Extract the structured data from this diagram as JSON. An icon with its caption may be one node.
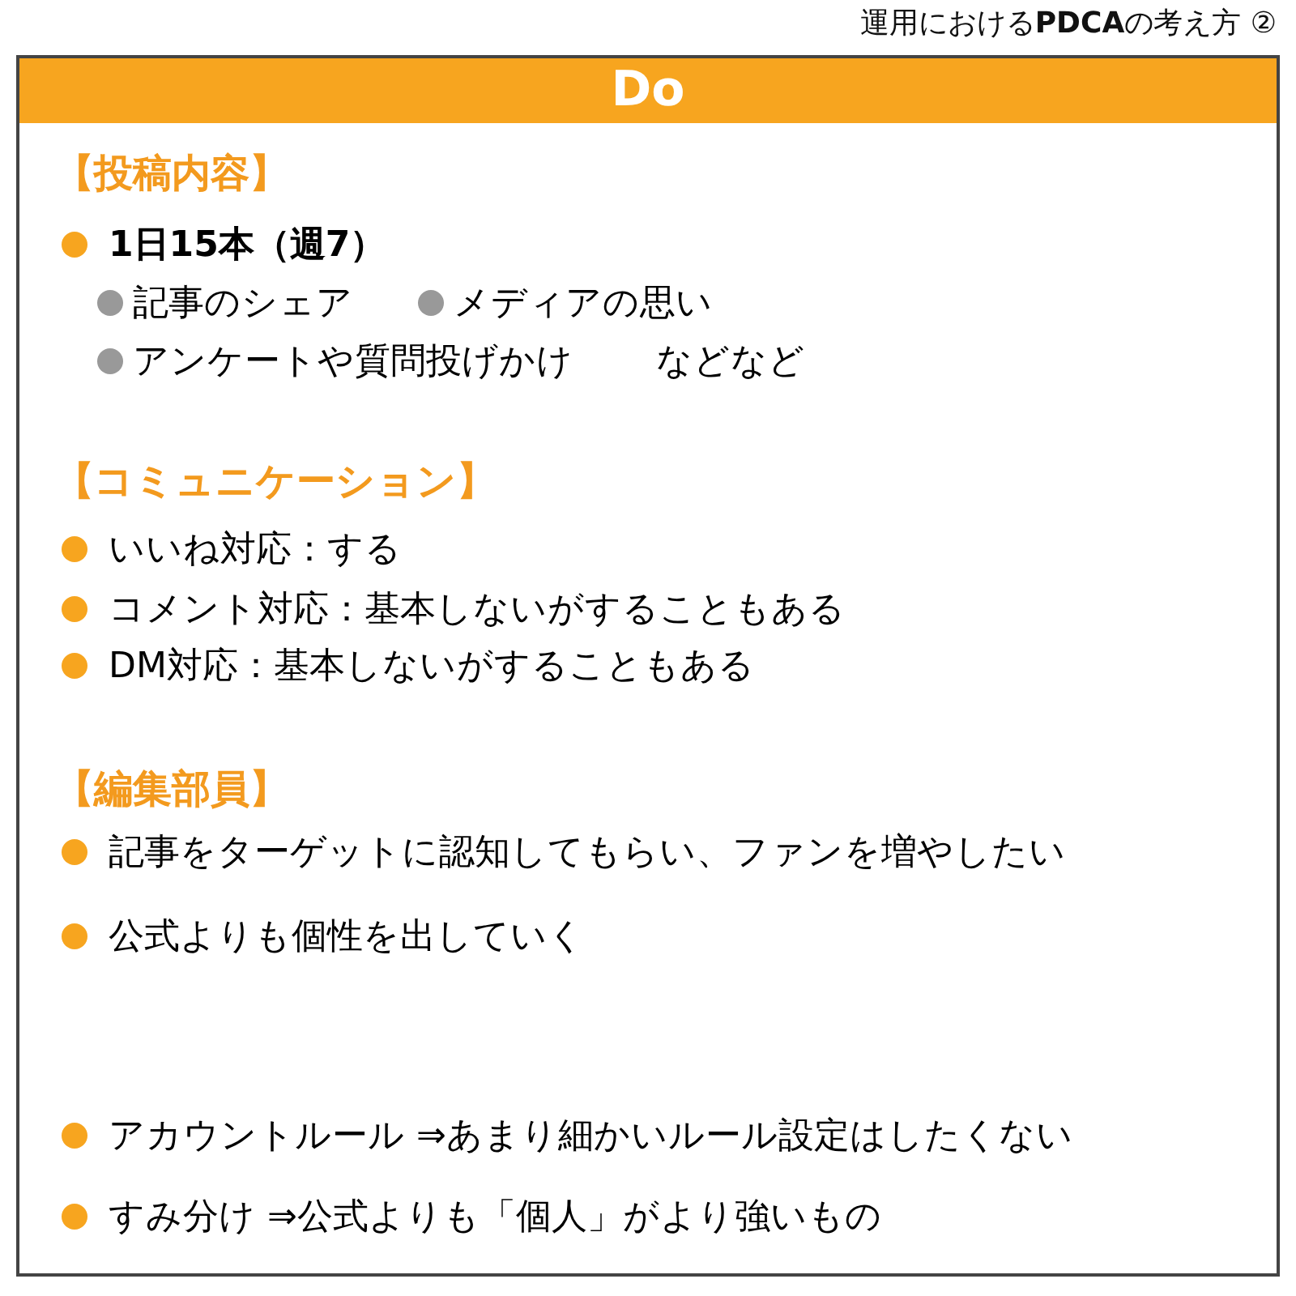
{
  "diagram": {
    "title": "運用における**PDCA**の考え方 ②",
    "nodes": [
      {
        "text": [
          "Do",
          "【投稿内容】",
          "1日15本（週7）",
          "記事のシェア",
          "メディアの思い",
          "アンケートや質問投げかけ",
          "などなど",
          "【コミュニケーション】",
          "いいね対応：する",
          "コメント対応：基本しないがすることもある",
          "DM対応：基本しないがすることもある",
          "【編集部員】",
          "記事をターゲットに認知してもらい、ファンを増やしたい",
          "公式よりも個性を出していく",
          "アカウントルール ⇒あまり細かいルール設定はしたくない",
          "すみ分け ⇒公式よりも「個人」がより強いもの"
        ]
      }
    ]
  }
}
